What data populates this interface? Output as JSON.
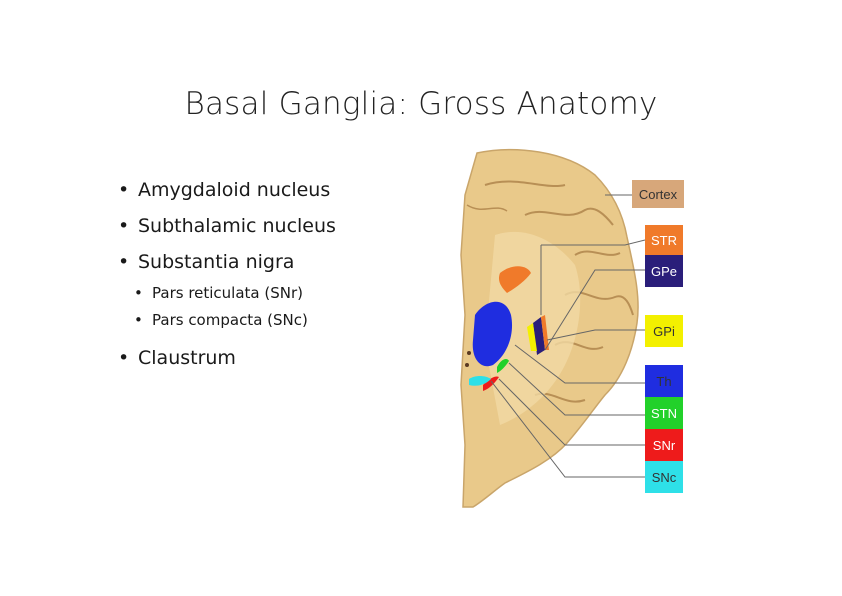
{
  "slide": {
    "title": "Basal Ganglia: Gross Anatomy",
    "bullets": [
      {
        "text": "Amygdaloid nucleus"
      },
      {
        "text": "Subthalamic nucleus"
      },
      {
        "text": "Substantia nigra"
      },
      {
        "text": "Pars reticulata (SNr)"
      },
      {
        "text": "Pars compacta (SNc)"
      },
      {
        "text": "Claustrum"
      }
    ]
  },
  "figure": {
    "labels": [
      {
        "text": "Cortex",
        "color": "#d7a77a",
        "text_color": "#333333"
      },
      {
        "text": "STR",
        "color": "#f07a2a",
        "text_color": "#ffffff"
      },
      {
        "text": "GPe",
        "color": "#2a1e7a",
        "text_color": "#ffffff"
      },
      {
        "text": "GPi",
        "color": "#f3f000",
        "text_color": "#333333"
      },
      {
        "text": "Th",
        "color": "#1f2de0",
        "text_color": "#333333"
      },
      {
        "text": "STN",
        "color": "#22d12a",
        "text_color": "#ffffff"
      },
      {
        "text": "SNr",
        "color": "#ee1b1b",
        "text_color": "#ffffff"
      },
      {
        "text": "SNc",
        "color": "#2ee0e8",
        "text_color": "#333333"
      }
    ],
    "tissue_color": "#e9c98a"
  }
}
